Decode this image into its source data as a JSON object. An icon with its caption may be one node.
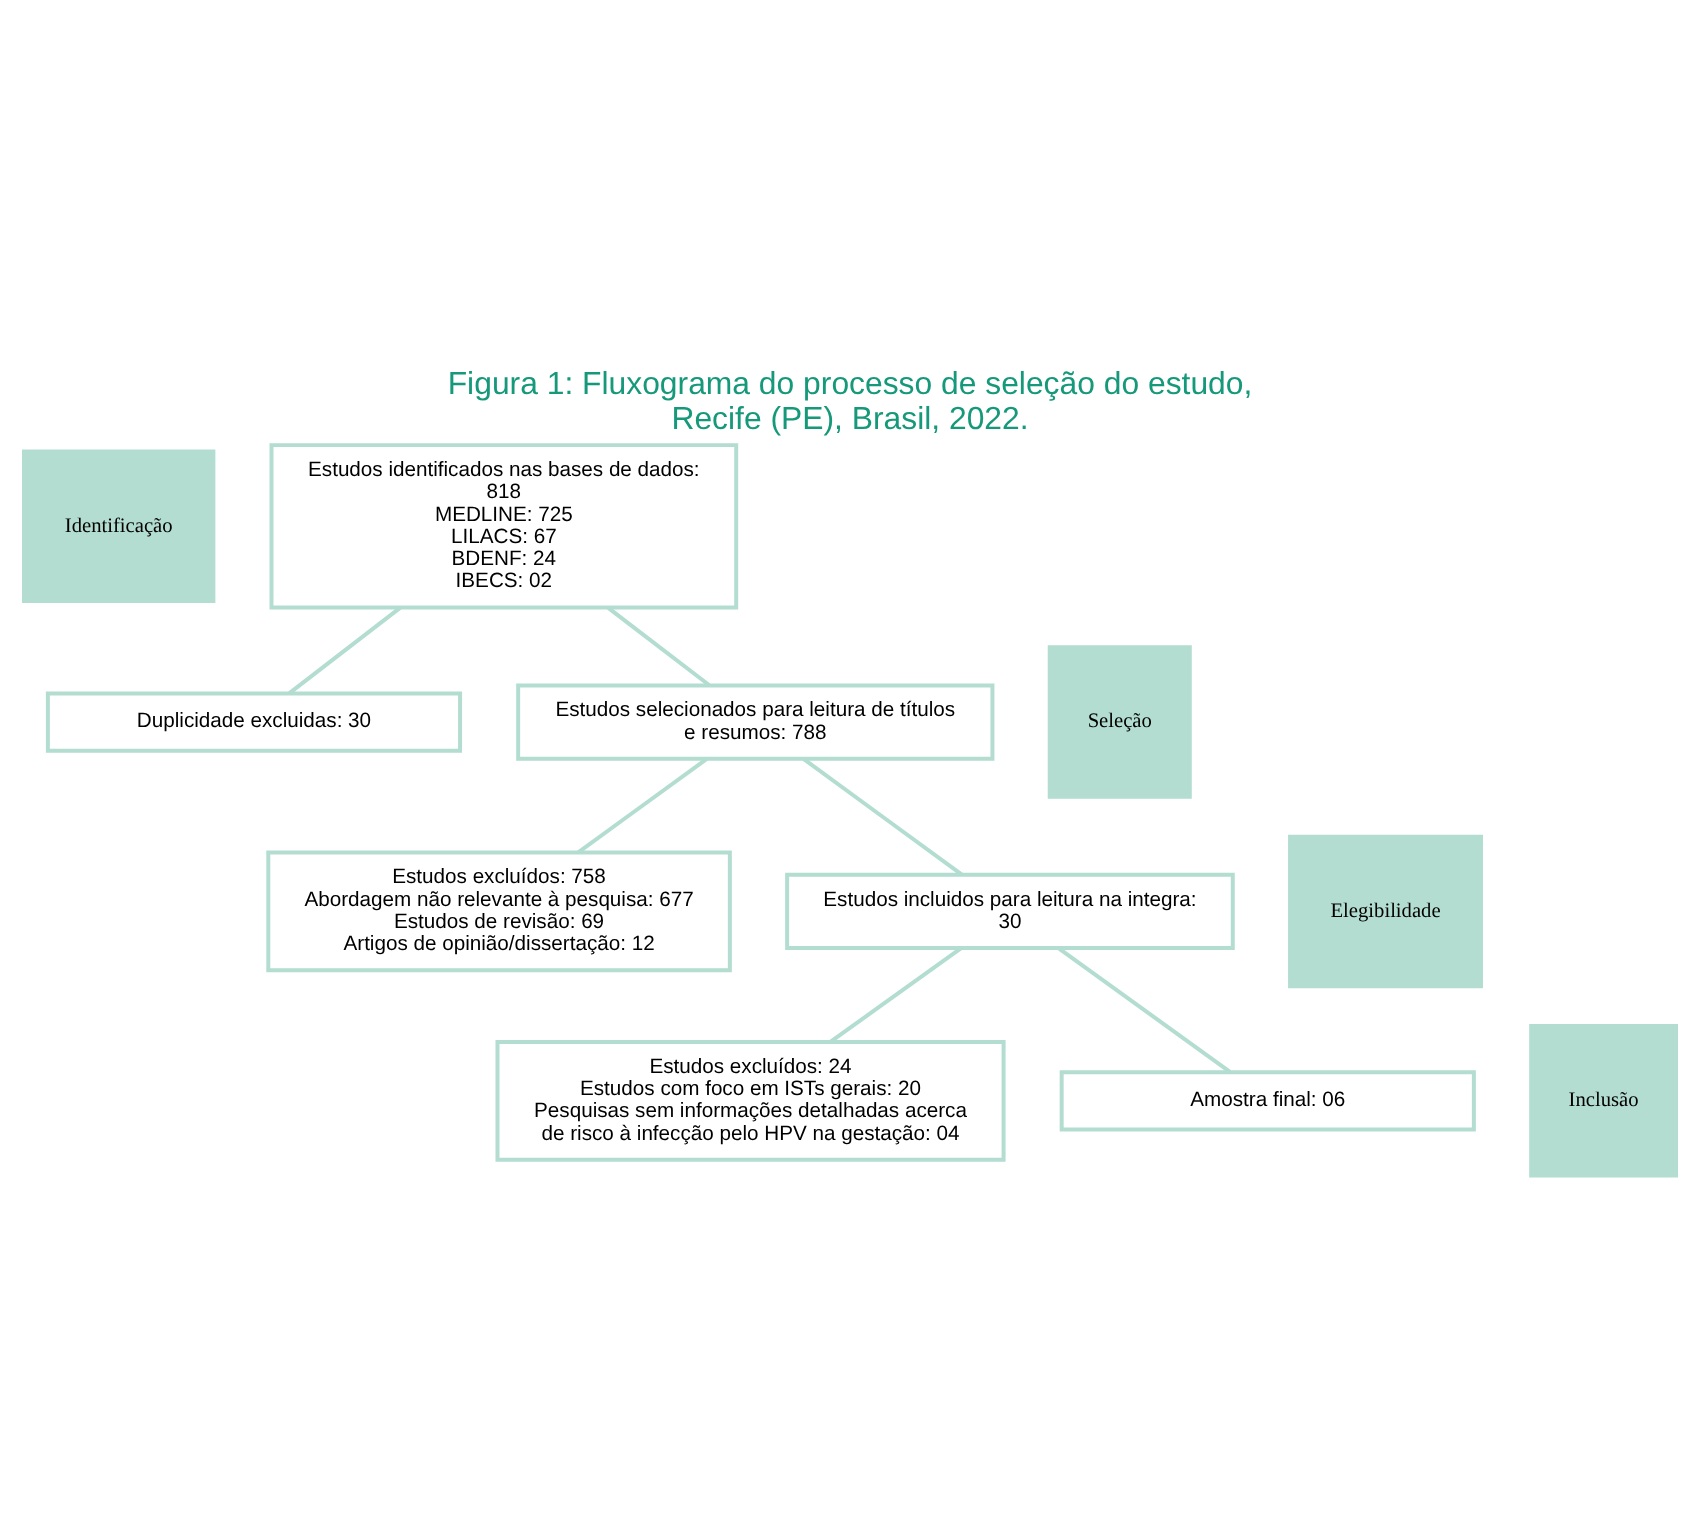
{
  "diagram": {
    "title": "Figura 1: Fluxograma do processo de seleção do estudo, Recife (PE), Brasil, 2022.",
    "nodes": [
      {
        "text": [
          "Identificação"
        ]
      },
      {
        "text": [
          "Estudos identificados nas bases de dados: 818",
          "MEDLINE: 725",
          "LILACS: 67",
          "BDENF: 24",
          "IBECS: 02"
        ]
      },
      {
        "text": [
          "Duplicidade excluidas: 30"
        ]
      },
      {
        "text": [
          "Seleção"
        ]
      },
      {
        "text": [
          "Estudos selecionados para leitura de títulos e resumos: 788"
        ]
      },
      {
        "text": [
          "Estudos excluídos: 758",
          "Abordagem não relevante à pesquisa: 677",
          "Estudos de revisão: 69",
          "Artigos de opinião/dissertação: 12"
        ]
      },
      {
        "text": [
          "Elegibilidade"
        ]
      },
      {
        "text": [
          "Estudos incluidos para leitura na integra: 30"
        ]
      },
      {
        "text": [
          "Estudos excluídos: 24",
          "Estudos com foco em ISTs gerais: 20",
          "Pesquisas sem informações detalhadas acerca de risco à infecção pelo HPV na gestação: 04"
        ]
      },
      {
        "text": [
          "Inclusão"
        ]
      },
      {
        "text": [
          "Amostra final: 06"
        ]
      }
    ],
    "edges": [
      {
        "from": 1,
        "to": 2,
        "arrow": "none"
      },
      {
        "from": 1,
        "to": 4,
        "arrow": "none"
      },
      {
        "from": 4,
        "to": 5,
        "arrow": "none"
      },
      {
        "from": 4,
        "to": 7,
        "arrow": "none"
      },
      {
        "from": 7,
        "to": 8,
        "arrow": "none"
      },
      {
        "from": 7,
        "to": 10,
        "arrow": "none"
      }
    ]
  }
}
